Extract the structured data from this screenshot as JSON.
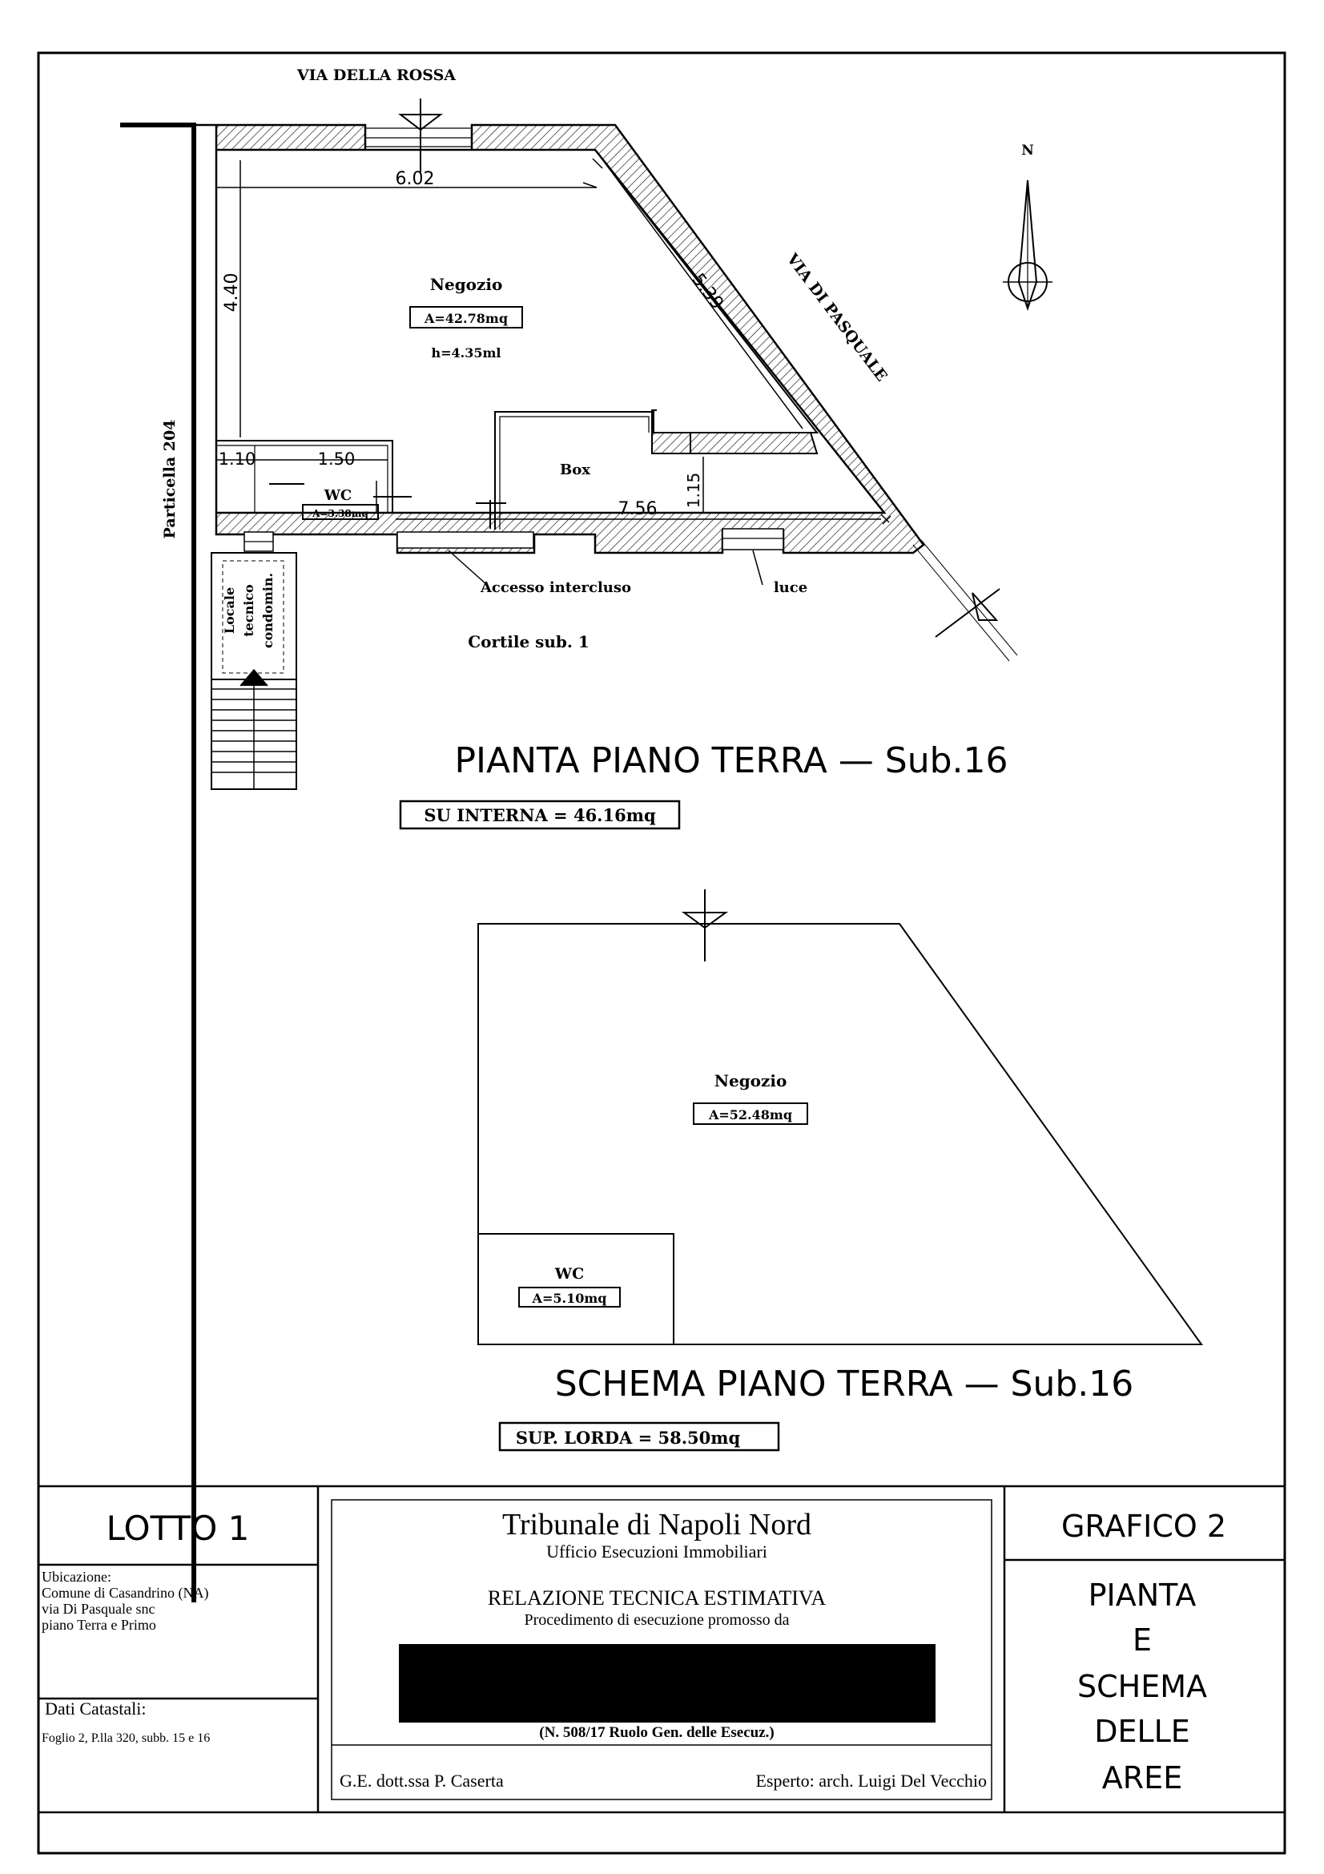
{
  "plan": {
    "street_top": "VIA DELLA ROSSA",
    "street_diag": "VIA DI PASQUALE",
    "parcel": "Particella 204",
    "north": "N",
    "dims": {
      "top": "6.02",
      "left": "4.40",
      "diag": "5.39",
      "wc_a": "1.10",
      "wc_b": "1.50",
      "box_h": "1.15",
      "bottom": "7.56"
    },
    "rooms": {
      "shop_name": "Negozio",
      "shop_area": "A=42.78mq",
      "shop_height": "h=4.35ml",
      "wc_name": "WC",
      "wc_area": "A=3.38mq",
      "box_name": "Box"
    },
    "labels": {
      "access": "Accesso intercluso",
      "light": "luce",
      "courtyard": "Cortile sub. 1",
      "locale_1": "Locale",
      "locale_2": "tecnico",
      "locale_3": "condomin."
    },
    "title": "PIANTA PIANO TERRA — Sub.16",
    "su_interna": "SU INTERNA = 46.16mq"
  },
  "schema": {
    "shop_name": "Negozio",
    "shop_area": "A=52.48mq",
    "wc_name": "WC",
    "wc_area": "A=5.10mq",
    "title": "SCHEMA PIANO TERRA — Sub.16",
    "sup_lorda": "SUP. LORDA = 58.50mq"
  },
  "titleblock": {
    "lotto": "LOTTO 1",
    "ubicazione_label": "Ubicazione:",
    "ubicazione_lines": [
      "Comune di Casandrino (NA)",
      "via Di Pasquale snc",
      "piano Terra e Primo"
    ],
    "catastali_label": "Dati Catastali:",
    "catastali_value": "Foglio 2, P.lla 320, subb. 15 e 16",
    "tribunal": "Tribunale di Napoli Nord",
    "office": "Ufficio Esecuzioni Immobiliari",
    "report": "RELAZIONE TECNICA ESTIMATIVA",
    "procedure": "Procedimento di esecuzione promosso da",
    "case_no": "(N. 508/17 Ruolo Gen. delle Esecuz.)",
    "judge": "G.E. dott.ssa P. Caserta",
    "expert": "Esperto: arch. Luigi Del Vecchio",
    "grafico": "GRAFICO 2",
    "desc_lines": [
      "PIANTA",
      "E",
      "SCHEMA",
      "DELLE",
      "AREE"
    ]
  }
}
